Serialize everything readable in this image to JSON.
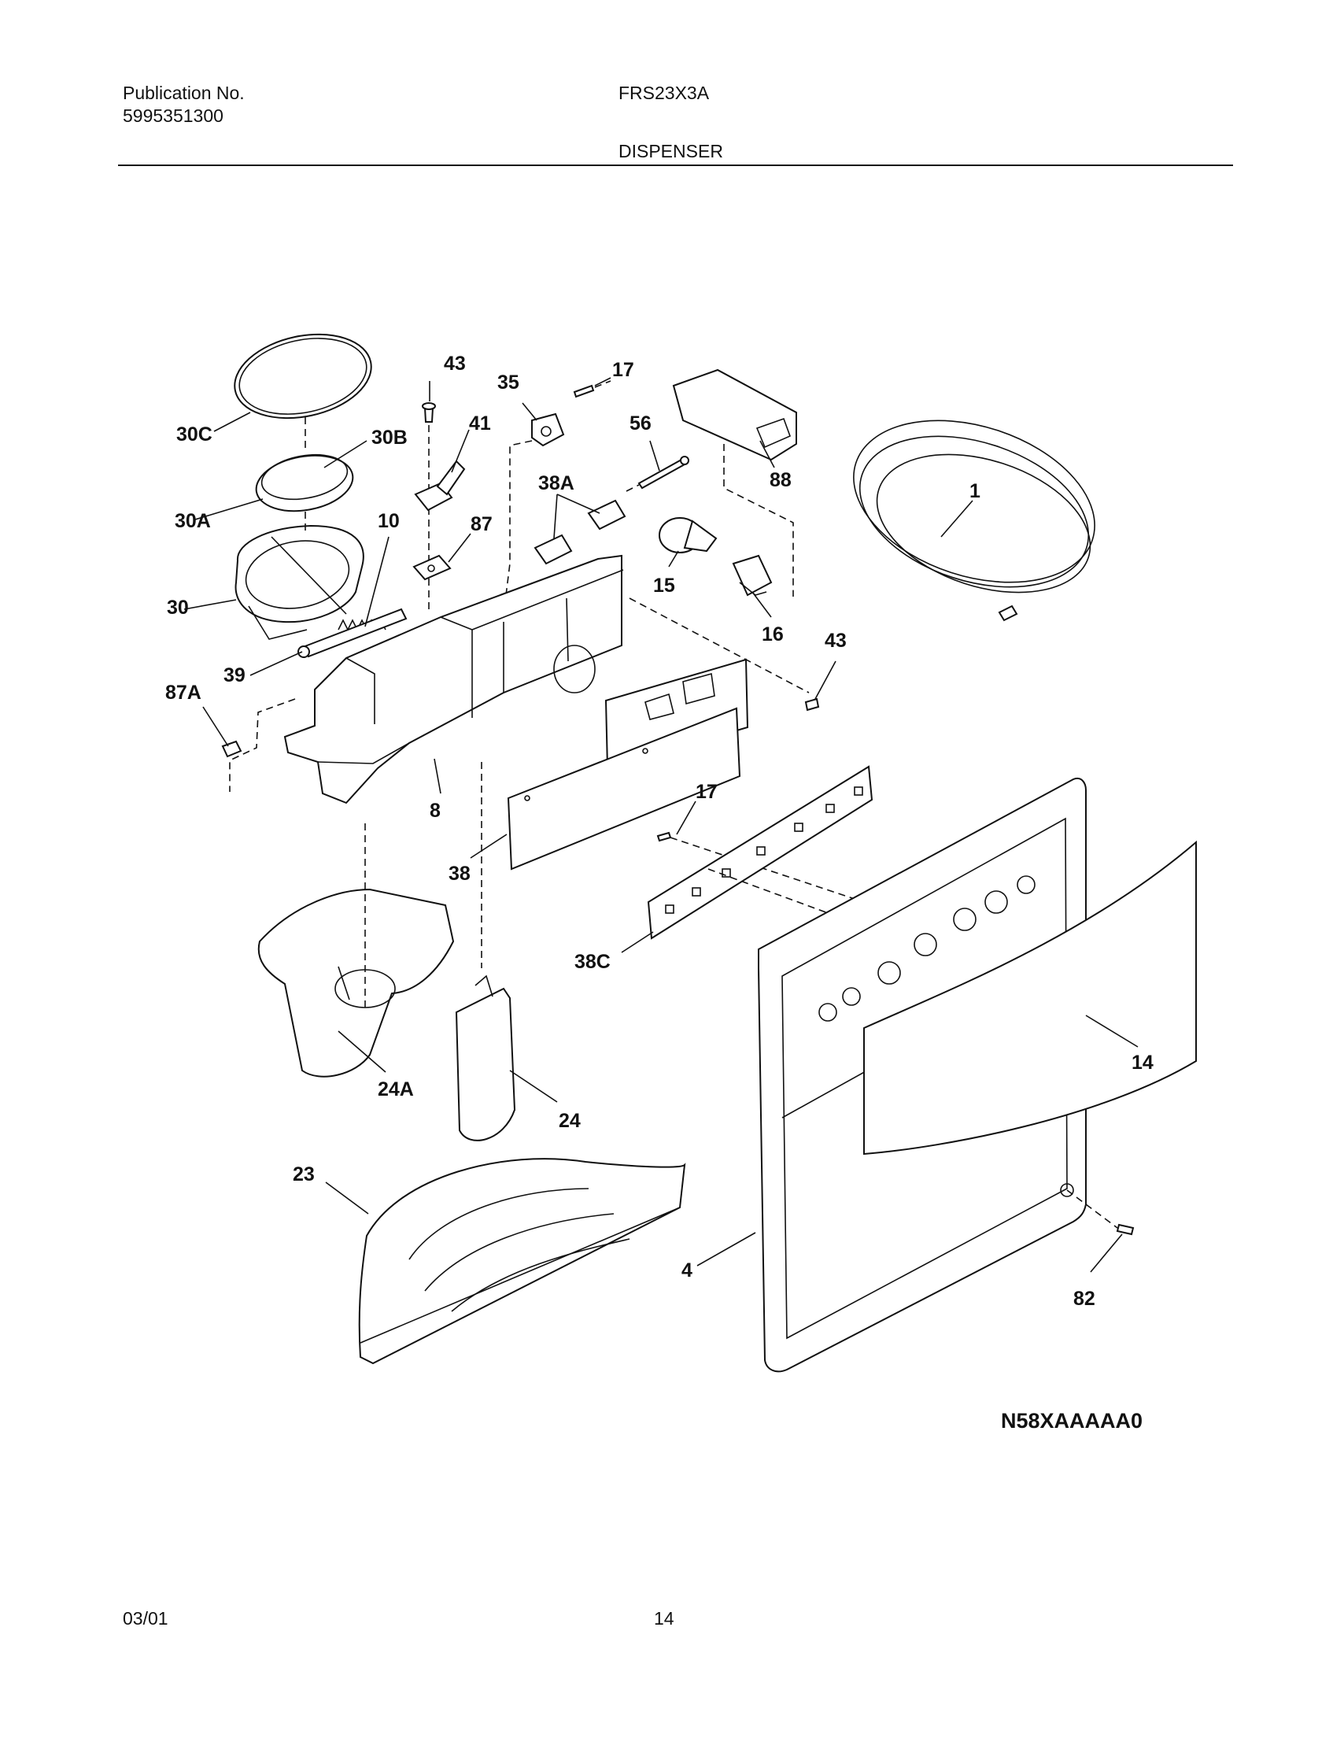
{
  "header": {
    "publication_label": "Publication No.",
    "publication_number": "5995351300",
    "model": "FRS23X3A",
    "section_title": "DISPENSER"
  },
  "diagram": {
    "callouts": {
      "c30C": "30C",
      "c30B": "30B",
      "c30A": "30A",
      "c30": "30",
      "c10": "10",
      "c39": "39",
      "c87A": "87A",
      "c43a": "43",
      "c41": "41",
      "c87": "87",
      "c35": "35",
      "c17a": "17",
      "c56": "56",
      "c38A": "38A",
      "c88": "88",
      "c1": "1",
      "c15": "15",
      "c16": "16",
      "c43b": "43",
      "c8": "8",
      "c17b": "17",
      "c38": "38",
      "c38C": "38C",
      "c24A": "24A",
      "c24": "24",
      "c14": "14",
      "c23": "23",
      "c4": "4",
      "c82": "82"
    },
    "code": "N58XAAAAA0"
  },
  "footer": {
    "date": "03/01",
    "page": "14"
  }
}
